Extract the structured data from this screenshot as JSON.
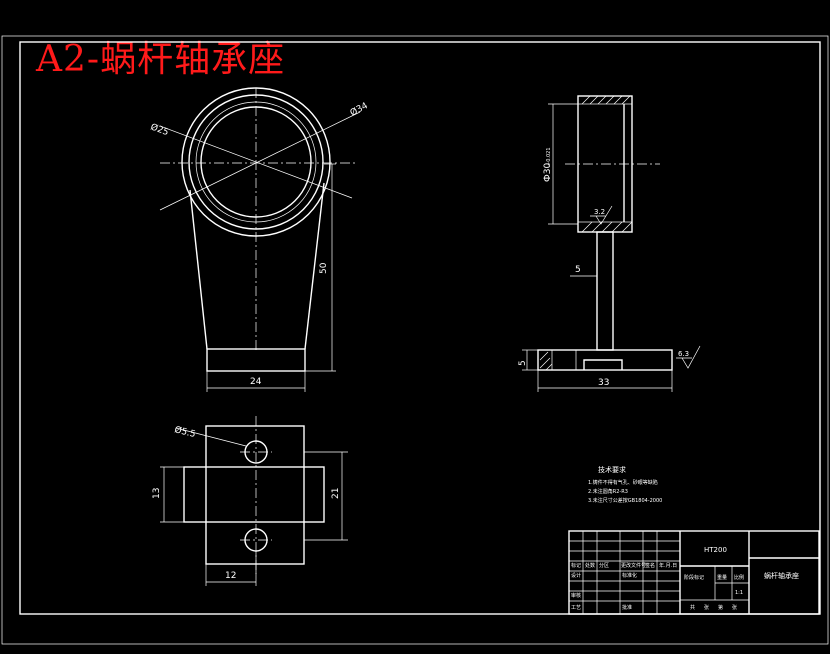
{
  "title": "A2-蜗杆轴承座",
  "front_view": {
    "dim_diameter_left": "Ø25",
    "dim_diameter_right": "Ø34",
    "dim_height": "50",
    "dim_width": "24"
  },
  "side_view": {
    "dim_bore": "Ф30",
    "dim_bore_tol": "+0.021",
    "dim_rib": "5",
    "dim_base_thk": "5",
    "dim_length": "33",
    "roughness_bore": "3.2",
    "roughness_base": "6.3"
  },
  "top_view": {
    "dim_hole": "Ø5.5",
    "dim_depth": "13",
    "dim_width": "21",
    "dim_hole_spacing": "12"
  },
  "notes": {
    "heading": "技术要求",
    "lines": [
      "1.铸件不得有气孔、砂眼等缺陷",
      "2.未注圆角R2-R3",
      "3.未注尺寸公差按GB1804-2000"
    ]
  },
  "title_block": {
    "material": "HT200",
    "part_name": "蜗杆轴承座",
    "scale": "1:1",
    "header_labels": [
      "标记",
      "处数",
      "分区",
      "更改文件号",
      "签名",
      "年.月.日"
    ],
    "row_labels": [
      "设计",
      "审核",
      "工艺"
    ],
    "std_label": "标准化",
    "approve_label": "批准",
    "stage_label": "阶段标记",
    "weight_label": "重量",
    "scale_label": "比例",
    "sheet_labels": [
      "共",
      "张",
      "第",
      "张"
    ]
  }
}
